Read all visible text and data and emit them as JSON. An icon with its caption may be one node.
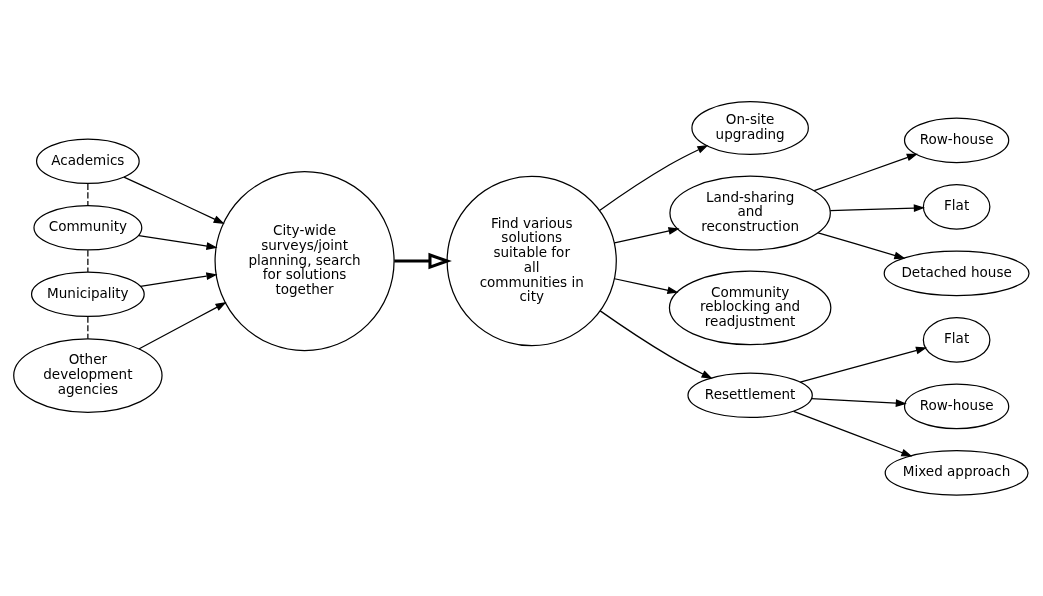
{
  "diagram": {
    "nodes": [
      {
        "text": [
          "Academics"
        ]
      },
      {
        "text": [
          "Community"
        ]
      },
      {
        "text": [
          "Municipality"
        ]
      },
      {
        "text": [
          "Other development agencies"
        ]
      },
      {
        "text": [
          "City-wide surveys/joint planning, search for solutions together"
        ]
      },
      {
        "text": [
          "Find various solutions suitable for all communities in city"
        ]
      },
      {
        "text": [
          "On-site upgrading"
        ]
      },
      {
        "text": [
          "Land-sharing and reconstruction"
        ]
      },
      {
        "text": [
          "Row-house"
        ]
      },
      {
        "text": [
          "Flat"
        ]
      },
      {
        "text": [
          "Detached house"
        ]
      },
      {
        "text": [
          "Community reblocking and readjustment"
        ]
      },
      {
        "text": [
          "Resettlement"
        ]
      },
      {
        "text": [
          "Flat"
        ]
      },
      {
        "text": [
          "Row-house"
        ]
      },
      {
        "text": [
          "Mixed approach"
        ]
      }
    ],
    "edges": [
      {
        "from": 0,
        "to": 4,
        "arrow": "to"
      },
      {
        "from": 1,
        "to": 4,
        "arrow": "to"
      },
      {
        "from": 2,
        "to": 4,
        "arrow": "to"
      },
      {
        "from": 3,
        "to": 4,
        "arrow": "to"
      },
      {
        "from": 0,
        "to": 1,
        "arrow": "none",
        "style": "dashed"
      },
      {
        "from": 1,
        "to": 2,
        "arrow": "none",
        "style": "dashed"
      },
      {
        "from": 2,
        "to": 3,
        "arrow": "none",
        "style": "dashed"
      },
      {
        "from": 4,
        "to": 5,
        "arrow": "to",
        "style": "thick"
      },
      {
        "from": 5,
        "to": 6,
        "arrow": "to"
      },
      {
        "from": 5,
        "to": 7,
        "arrow": "to"
      },
      {
        "from": 5,
        "to": 11,
        "arrow": "to"
      },
      {
        "from": 5,
        "to": 12,
        "arrow": "to"
      },
      {
        "from": 7,
        "to": 8,
        "arrow": "to"
      },
      {
        "from": 7,
        "to": 9,
        "arrow": "to"
      },
      {
        "from": 7,
        "to": 10,
        "arrow": "to"
      },
      {
        "from": 12,
        "to": 13,
        "arrow": "to"
      },
      {
        "from": 12,
        "to": 14,
        "arrow": "to"
      },
      {
        "from": 12,
        "to": 15,
        "arrow": "to"
      }
    ]
  }
}
